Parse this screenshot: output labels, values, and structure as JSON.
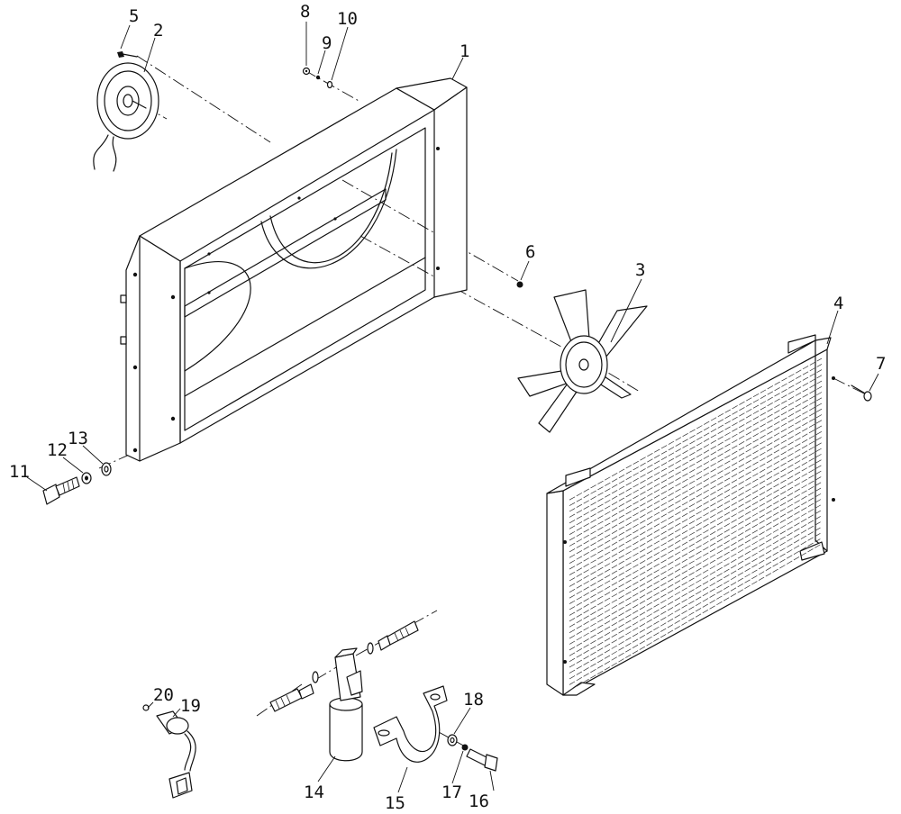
{
  "diagram": {
    "type": "exploded-parts-diagram",
    "callouts": [
      "1",
      "2",
      "3",
      "4",
      "5",
      "6",
      "7",
      "8",
      "9",
      "10",
      "11",
      "12",
      "13",
      "14",
      "15",
      "16",
      "17",
      "18",
      "19",
      "20"
    ]
  }
}
